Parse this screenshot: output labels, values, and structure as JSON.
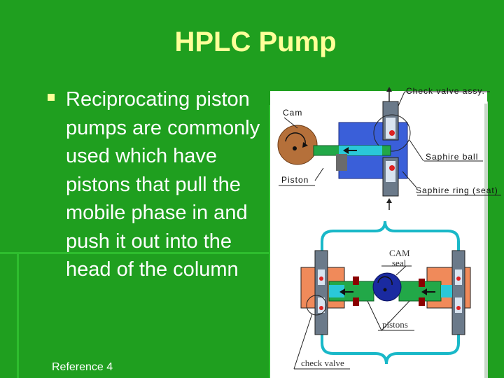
{
  "slide": {
    "title": "HPLC Pump",
    "bullet": "Reciprocating piston pumps are commonly used which have pistons that pull the mobile phase in and push it out into the head of the column",
    "reference": "Reference 4"
  },
  "diagram_top": {
    "labels": {
      "check_valve_assy": "Check valve assy.",
      "cam": "Cam",
      "piston": "Piston",
      "saphire_ball": "Saphire ball",
      "saphire_ring": "Saphire ring (seat)"
    }
  },
  "diagram_bottom": {
    "labels": {
      "cam": "CAM",
      "seal": "seal",
      "pistons": "pistons",
      "check_valve": "check valve"
    }
  },
  "colors": {
    "background": "#1f9f1f",
    "title": "#ffff99",
    "text": "#ffffff",
    "diagram_bg": "#ffffff",
    "pump_body": "#3a5fd9",
    "cam": "#b5703a",
    "piston": "#22a848",
    "orange_block": "#f08a5a",
    "blue_cam": "#1a2aa0",
    "tubing": "#19b8c8"
  }
}
